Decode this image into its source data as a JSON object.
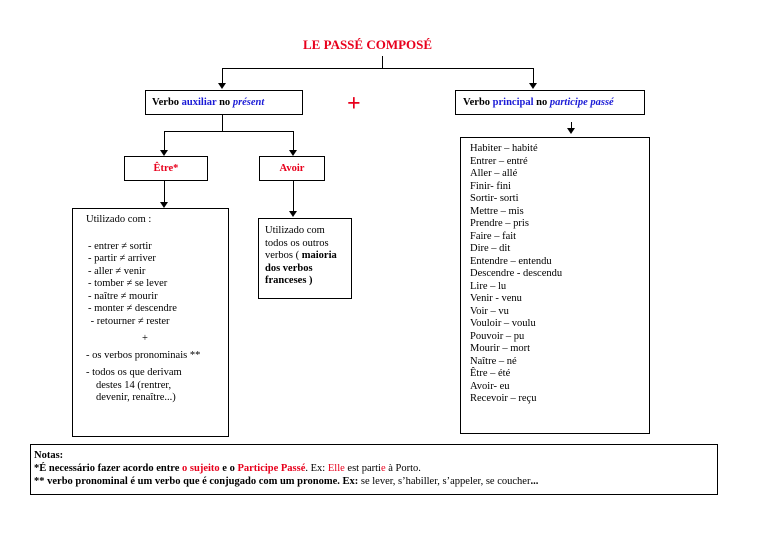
{
  "title": "LE PASSÉ COMPOSÉ",
  "plus": "+",
  "auxiliar": {
    "p1": "Verbo ",
    "p2": "auxiliar",
    "p3": " no ",
    "p4": "présent"
  },
  "principal": {
    "p1": "Verbo ",
    "p2": "principal",
    "p3": " no ",
    "p4": "participe passé"
  },
  "etre": "Être*",
  "avoir": "Avoir",
  "etre_box": {
    "heading": "Utilizado com :",
    "items": [
      "-  entrer ≠ sortir",
      "-  partir ≠ arriver",
      "-  aller ≠ venir",
      "-  tomber ≠ se lever",
      "-  naître ≠  mourir",
      "-  monter ≠ descendre",
      " - retourner ≠ rester"
    ],
    "plus": "+",
    "pronominais": "- os verbos pronominais **",
    "derivam": [
      "-  todos os que derivam",
      "destes 14 (rentrer,",
      "devenir, renaître...)"
    ]
  },
  "avoir_box": {
    "l1": "Utilizado com",
    "l2": "todos os outros",
    "l3a": "verbos ( ",
    "l3b": "maioria",
    "l4": "dos verbos",
    "l5": "franceses )"
  },
  "participles": [
    "Habiter – habité",
    "Entrer – entré",
    "Aller – allé",
    "Finir- fini",
    "Sortir- sorti",
    "Mettre – mis",
    "Prendre – pris",
    "Faire – fait",
    "Dire – dit",
    "Entendre – entendu",
    "Descendre - descendu",
    "Lire – lu",
    "Venir - venu",
    "Voir – vu",
    "Vouloir – voulu",
    "Pouvoir – pu",
    "Mourir – mort",
    "Naître – né",
    "Être – été",
    "Avoir- eu",
    "Recevoir – reçu"
  ],
  "notes": {
    "heading": "Notas:",
    "n1a": "*É necessário fazer acordo entre ",
    "n1b": "o sujeito",
    "n1c": " e o ",
    "n1d": "Participe Passé",
    "n1e": ". Ex: ",
    "n1f": "Elle",
    "n1g": " est parti",
    "n1h": "e",
    "n1i": " à Porto.",
    "n2a": "** verbo pronominal é um verbo que é conjugado com um pronome. Ex: ",
    "n2b": "se lever, s’habiller, s’appeler, se coucher",
    "n2c": "..."
  },
  "colors": {
    "accent_red": "#e8001c",
    "accent_blue": "#1b1bd6"
  }
}
